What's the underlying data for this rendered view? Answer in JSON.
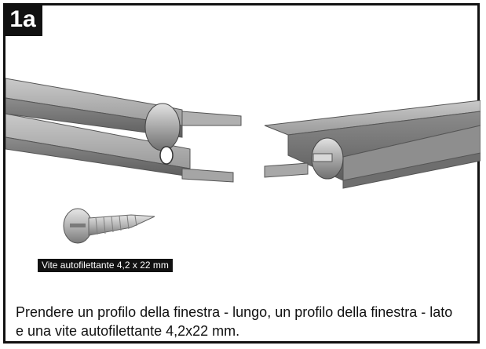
{
  "step": {
    "number": "1a"
  },
  "illustration": {
    "screw_label": "Vite autofilettante 4,2 x 22 mm"
  },
  "instruction_text": "Prendere un profilo della finestra - lungo, un profilo della finestra - lato e una vite autofilettante 4,2x22 mm."
}
